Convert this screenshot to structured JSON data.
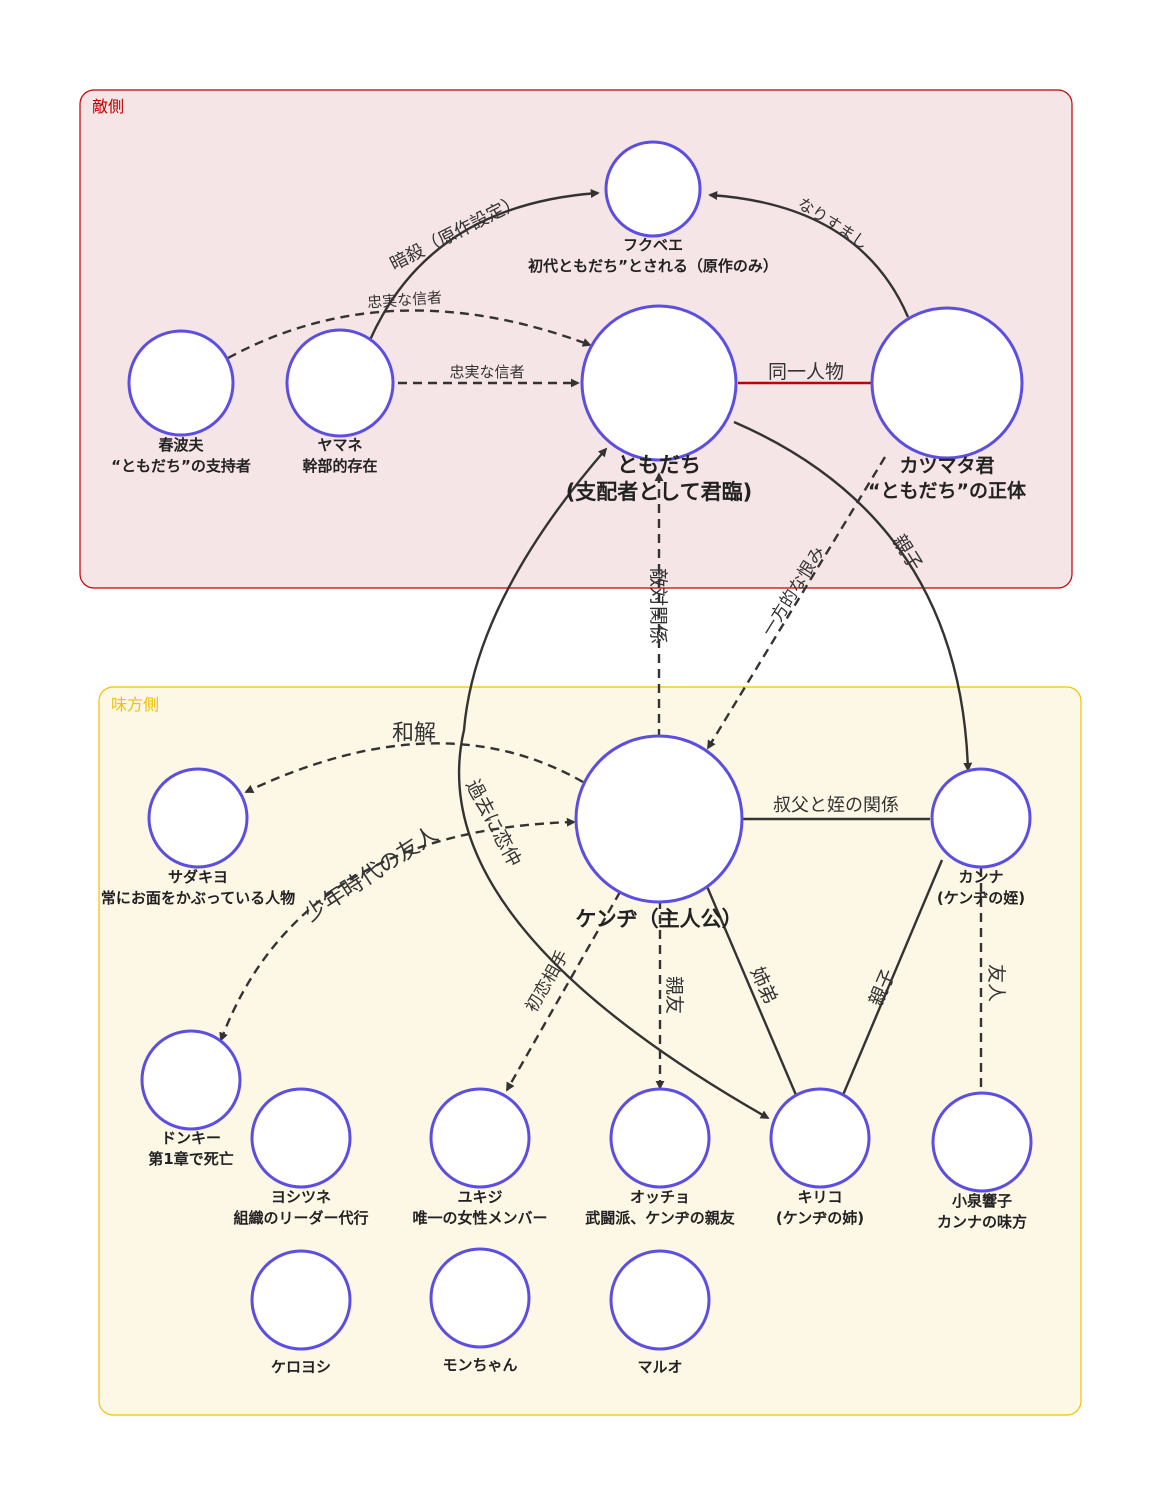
{
  "groups": {
    "enemy": {
      "title": "敵側",
      "fill": "#f6e5e6",
      "stroke": "#c00000",
      "title_color": "#c00000"
    },
    "ally": {
      "title": "味方側",
      "fill": "#fdf7e6",
      "stroke": "#f2c200",
      "title_color": "#f2c200"
    }
  },
  "colors": {
    "node_stroke": "#5b4ee0",
    "edge": "#333333",
    "identity_edge": "#c00000",
    "text": "#222222"
  },
  "nodes": {
    "fukubee": {
      "lines": [
        "フクベエ",
        "初代ともだち”とされる（原作のみ）"
      ]
    },
    "harunami": {
      "lines": [
        "春波夫",
        "“ともだち”の支持者"
      ]
    },
    "yamane": {
      "lines": [
        "ヤマネ",
        "幹部的存在"
      ]
    },
    "tomodachi": {
      "lines": [
        "ともだち",
        "(支配者として君臨)"
      ]
    },
    "katsumata": {
      "lines": [
        "カツマタ君",
        "“ともだち”の正体"
      ]
    },
    "kenji": {
      "lines": [
        "ケンヂ（主人公）"
      ]
    },
    "sadakiyo": {
      "lines": [
        "サダキヨ",
        "常にお面をかぶっている人物"
      ]
    },
    "kanna": {
      "lines": [
        "カンナ",
        "(ケンヂの姪)"
      ]
    },
    "donkey": {
      "lines": [
        "ドンキー",
        "第1章で死亡"
      ]
    },
    "yoshitsune": {
      "lines": [
        "ヨシツネ",
        "組織のリーダー代行"
      ]
    },
    "yukiji": {
      "lines": [
        "ユキジ",
        "唯一の女性メンバー"
      ]
    },
    "occho": {
      "lines": [
        "オッチョ",
        "武闘派、ケンヂの親友"
      ]
    },
    "kiriko": {
      "lines": [
        "キリコ",
        "(ケンヂの姉)"
      ]
    },
    "koizumi": {
      "lines": [
        "小泉響子",
        "カンナの味方"
      ]
    },
    "keroyoshi": {
      "lines": [
        "ケロヨシ"
      ]
    },
    "monchan": {
      "lines": [
        "モンちゃん"
      ]
    },
    "maruo": {
      "lines": [
        "マルオ"
      ]
    }
  },
  "edges": {
    "yamane_fukubee": "暗殺（原作設定）",
    "katsumata_fukubee": "なりすまし",
    "harunami_tomodachi": "忠実な信者",
    "yamane_tomodachi": "忠実な信者",
    "tomodachi_katsumata": "同一人物",
    "kenji_tomodachi": "敵対関係",
    "katsumata_kenji": "一方的な恨み",
    "tomodachi_kanna": "親子",
    "kenji_sadakiyo": "和解",
    "kenji_kanna": "叔父と姪の関係",
    "kenji_donkey": "少年時代の友人",
    "kiriko_tomodachi": "過去に恋仲",
    "kenji_yukiji": "初恋相手",
    "kenji_occho": "親友",
    "kenji_kiriko": "姉弟",
    "kanna_kiriko": "親子",
    "kanna_koizumi": "友人"
  }
}
